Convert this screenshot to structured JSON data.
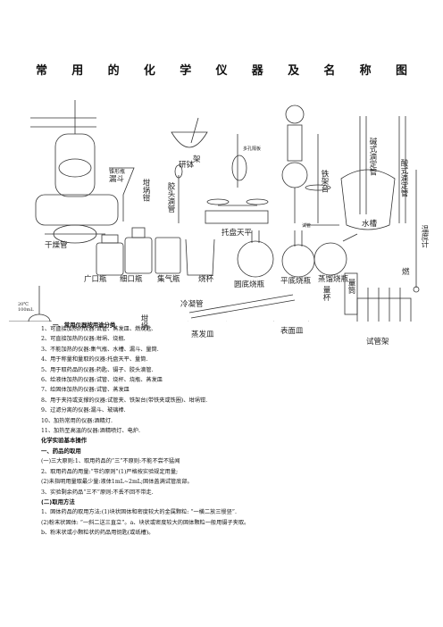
{
  "page_title_chars": [
    "常",
    "用",
    "的",
    "化",
    "学",
    "仪",
    "器",
    "及",
    "名",
    "称",
    "图"
  ],
  "labels": {
    "dryer": "干燥管",
    "funnel": "漏斗",
    "round_flask": "锥形瓶",
    "stand": "架",
    "mortar": "研钵",
    "crucible_tongs": "坩埚钳",
    "dropper": "胶头滴管",
    "iron_stand": "铁架台",
    "porous_plate": "多孔隔板",
    "balance": "托盘天平",
    "test_tube": "试管",
    "base_burette": "碱式滴定管",
    "acid_burette": "酸式滴定管",
    "sink": "水槽",
    "thermometer": "温度计",
    "wide_bottle": "广口瓶",
    "narrow_bottle": "细口瓶",
    "gas_bottle": "集气瓶",
    "beaker": "烧杯",
    "round_bottom": "圆底烧瓶",
    "flat_bottom": "平底烧瓶",
    "distill_flask": "蒸馏烧瓶",
    "measure_cyl": "量筒",
    "measure_cup": "量杯",
    "burner": "燃",
    "condenser": "冷凝管",
    "evap_dish": "蒸发皿",
    "watch_glass": "表面皿",
    "tube_rack": "试管架",
    "crucible": "坩埚",
    "vol_flask_mark": "20℃ 100mL"
  },
  "text": {
    "classify_head": "一、常用仪器按用途分类",
    "lines": [
      "1、可直接加热的仪器:试管、蒸发皿、燃烧匙.",
      "2、可直接加热的仪器:坩埚、烧瓶.",
      "3、不能加热的仪器:集气瓶、水槽、漏斗、量筒.",
      "4、用于称量和量取的仪器:托盘天平、量筒.",
      "5、用于取药品的仪器:药匙、镊子、胶头滴管.",
      "6、给液体加热的仪器:试管、烧杯、烧瓶、蒸发皿",
      "7、给固体加热的仪器:试管、蒸发皿",
      "8、用于夹持或支撑的仪器:试管夹、铁架台(带铁夹或铁圈)、坩埚钳.",
      "9、过滤分离的仪器:漏斗、玻璃棒.",
      "10、加热常用的仪器:酒精灯.",
      "11、加热至高温的仪器:酒精喷灯、电炉."
    ],
    "section_head": "化学实验基本操作",
    "sub1": "一、药品的取用",
    "sub1_a": "(一)三大原则:1、取用药品的“三”不原则:不能不尝不猛闻",
    "sub1_b": "2、取用药品的用量:“节约原则”(1)严格按实验规定用量;",
    "sub1_c": "(2)未指明用量取最少量:液体1mL~2mL;固体盖满试管底部。",
    "sub1_d": "3、实验剩余药品“三不”原则:不丢不回不带走.",
    "sub2": "(二)取用方法",
    "sub2_a": "1、固体药品的取用方法:(1)块状固体和密度较大的金属颗粒: “一横二放三慢竖”.",
    "sub2_b": "(2)粉末状固体: “一斜二送三直立”。a、块状或密度较大的固体颗粒一般用镊子夹取。",
    "sub2_c": "b、粉末状或小颗粒状的药品用钥匙(或纸槽)。"
  }
}
